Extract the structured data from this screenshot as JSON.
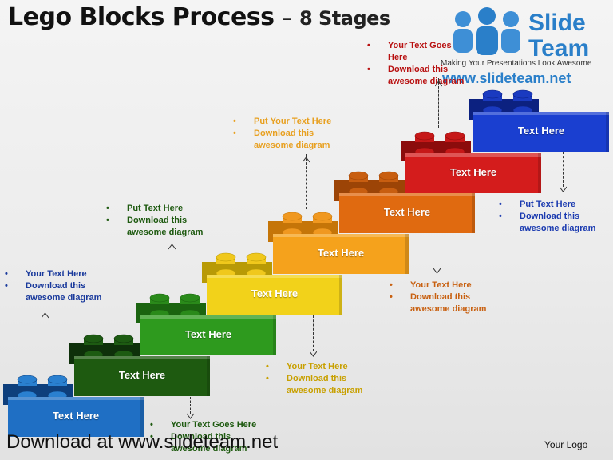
{
  "header": {
    "title": "Lego Blocks Process",
    "dash": "–",
    "subtitle": "8 Stages"
  },
  "logo": {
    "brand_line1": "Slide",
    "brand_line2": "Team",
    "tagline": "Making Your Presentations Look Awesome",
    "url": "www.slideteam.net"
  },
  "stages": [
    {
      "label": "Text Here",
      "color": "#1f6fc4",
      "dark": "#0e3f7c",
      "knob": "#2a80d0"
    },
    {
      "label": "Text Here",
      "color": "#1e5a10",
      "dark": "#0e300a",
      "knob": "#1d5b12"
    },
    {
      "label": "Text Here",
      "color": "#2e9a1e",
      "dark": "#1b6410",
      "knob": "#2a8a1a"
    },
    {
      "label": "Text Here",
      "color": "#f2d21a",
      "dark": "#b89a06",
      "knob": "#f0c81c"
    },
    {
      "label": "Text Here",
      "color": "#f5a21c",
      "dark": "#c57508",
      "knob": "#f09820"
    },
    {
      "label": "Text Here",
      "color": "#e06a10",
      "dark": "#9c4406",
      "knob": "#c85e10"
    },
    {
      "label": "Text Here",
      "color": "#d41c1c",
      "dark": "#8c0c0c",
      "knob": "#c61818"
    },
    {
      "label": "Text Here",
      "color": "#1a3fd0",
      "dark": "#0c2180",
      "knob": "#1a3ac0"
    }
  ],
  "notes": [
    {
      "lines": [
        "Your Text Here",
        "Download this awesome diagram"
      ],
      "color": "#1a3a9c"
    },
    {
      "lines": [
        "Your Text Goes Here",
        "Download this awesome diagram"
      ],
      "color": "#1e5a10"
    },
    {
      "lines": [
        "Put Text Here",
        "Download this awesome diagram"
      ],
      "color": "#1e5a10"
    },
    {
      "lines": [
        "Your Text Here",
        "Download this awesome diagram"
      ],
      "color": "#c8a000"
    },
    {
      "lines": [
        "Put Your Text Here",
        "Download this awesome diagram"
      ],
      "color": "#e8a020"
    },
    {
      "lines": [
        "Your Text Here",
        "Download this awesome diagram"
      ],
      "color": "#c86010"
    },
    {
      "lines": [
        "Your Text Goes Here",
        "Download this awesome diagram"
      ],
      "color": "#b81010"
    },
    {
      "lines": [
        "Put Text Here",
        "Download this awesome diagram"
      ],
      "color": "#1a3ab0"
    }
  ],
  "footer": {
    "download": "Download at www.slideteam.net",
    "your_logo": "Your Logo"
  }
}
